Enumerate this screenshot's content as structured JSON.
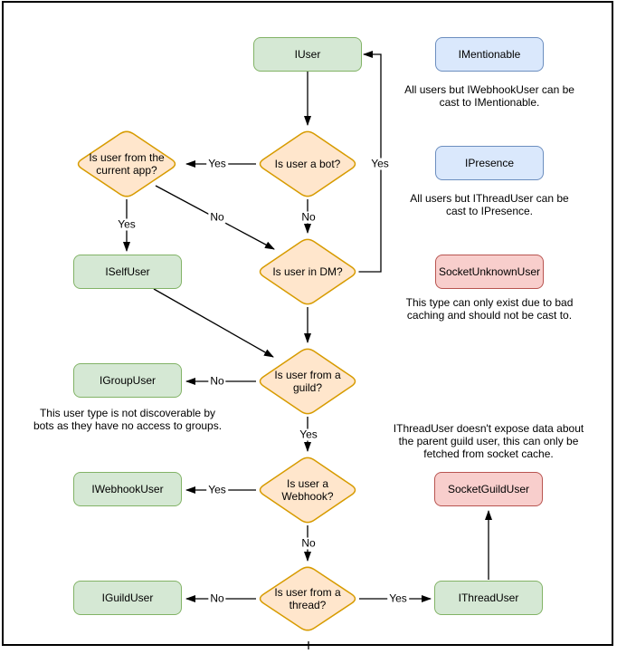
{
  "diagram": {
    "nodes": {
      "iuser": "IUser",
      "imentionable": "IMentionable",
      "ipresence": "IPresence",
      "socket_unknown_user": "SocketUnknownUser",
      "iself_user": "ISelfUser",
      "igroup_user": "IGroupUser",
      "iwebhook_user": "IWebhookUser",
      "iguild_user": "IGuildUser",
      "socket_guild_user": "SocketGuildUser",
      "ithread_user": "IThreadUser"
    },
    "decisions": {
      "is_bot": "Is user a bot?",
      "from_current_app": "Is user from the current app?",
      "in_dm": "Is user in DM?",
      "from_guild": "Is user from a guild?",
      "is_webhook": "Is user a Webhook?",
      "from_thread": "Is user from a thread?"
    },
    "notes": {
      "mentionable": "All users but IWebhookUser can be cast to IMentionable.",
      "presence": "All users but IThreadUser can be cast to IPresence.",
      "unknown_user": "This type can only exist due to bad caching and should not be cast to.",
      "group_user": "This user type is not discoverable by bots as they have no access to groups.",
      "thread_user": "IThreadUser doesn't expose data about the parent guild user, this can only be fetched from socket cache."
    },
    "edge_labels": {
      "bot_to_app": "Yes",
      "bot_to_dm": "No",
      "app_to_dm": "No",
      "app_to_self": "Yes",
      "dm_to_iuser": "Yes",
      "guild_to_group": "No",
      "guild_to_webhook": "Yes",
      "webhook_to_iwebhook": "Yes",
      "webhook_to_thread": "No",
      "thread_to_iguild": "No",
      "thread_to_ithread": "Yes"
    },
    "colors": {
      "green_fill": "#d5e8d4",
      "green_stroke": "#82b366",
      "orange_fill": "#ffe6cc",
      "orange_stroke": "#d79b00",
      "blue_fill": "#dae8fc",
      "blue_stroke": "#6c8ebf",
      "red_fill": "#f8cecc",
      "red_stroke": "#b85450"
    }
  }
}
